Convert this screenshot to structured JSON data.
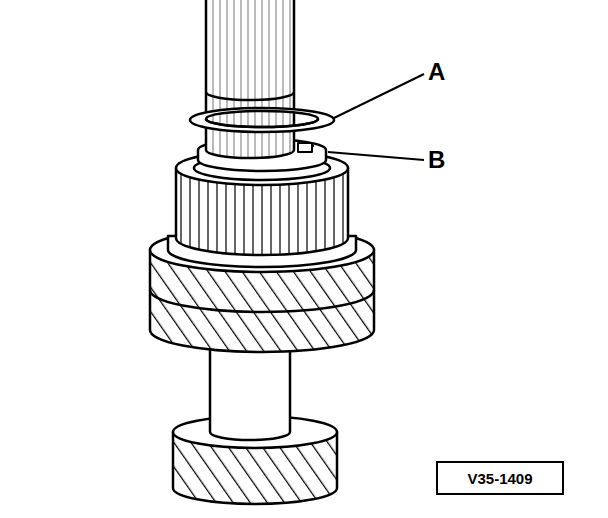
{
  "diagram": {
    "nodes": [
      {
        "text": [
          "V35-1409"
        ]
      }
    ],
    "labels": [
      "A",
      "B"
    ]
  }
}
